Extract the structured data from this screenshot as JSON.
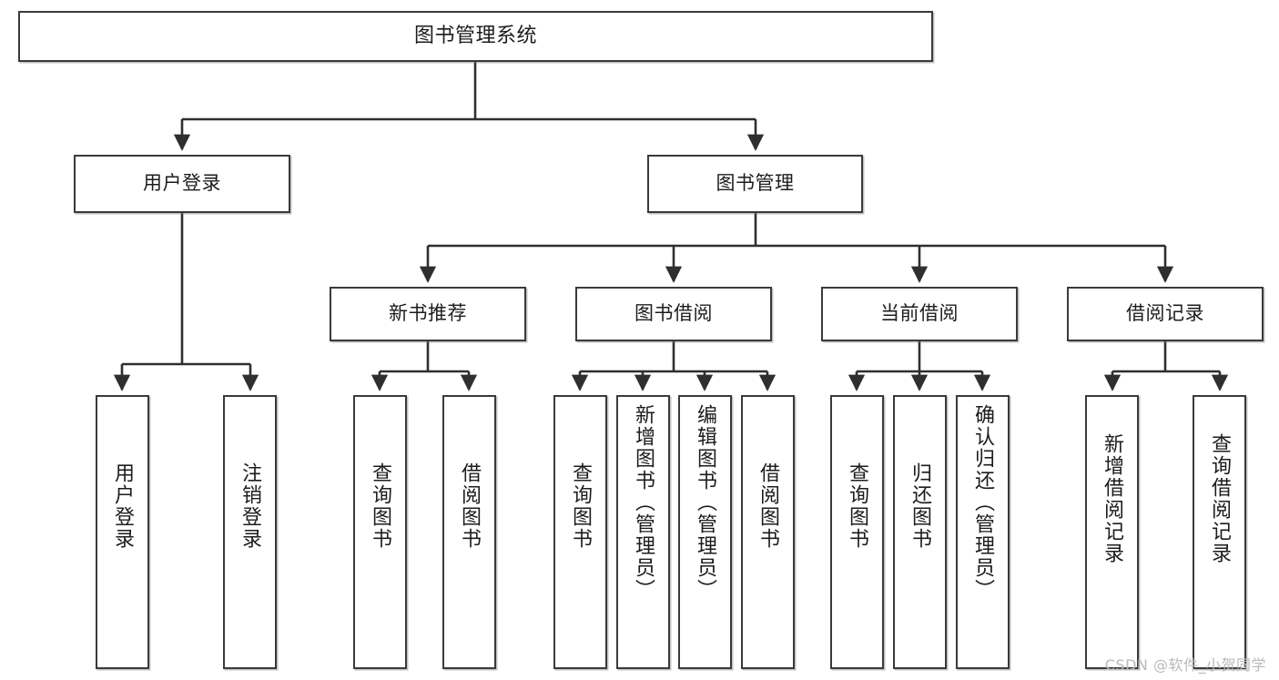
{
  "diagram": {
    "title": "图书管理系统",
    "type": "tree",
    "orientation": "top-down"
  },
  "watermark": "CSDN @软件_小贺同学",
  "colors": {
    "box_border": "#3a3a3a",
    "box_fill": "#ffffff",
    "edge": "#2f2f2f",
    "text": "#1c1c1c",
    "watermark": "#b9b9b9"
  },
  "nodes": {
    "root": {
      "label": "图书管理系统"
    },
    "level2": [
      {
        "label": "用户登录"
      },
      {
        "label": "图书管理"
      }
    ],
    "level3": [
      {
        "label": "新书推荐"
      },
      {
        "label": "图书借阅"
      },
      {
        "label": "当前借阅"
      },
      {
        "label": "借阅记录"
      }
    ],
    "leaves_user_login": [
      {
        "label": "用户登录"
      },
      {
        "label": "注销登录"
      }
    ],
    "leaves_new_book": [
      {
        "label": "查询图书"
      },
      {
        "label": "借阅图书"
      }
    ],
    "leaves_borrow": [
      {
        "label": "查询图书"
      },
      {
        "label": "新增图书（管理员）"
      },
      {
        "label": "编辑图书（管理员）"
      },
      {
        "label": "借阅图书"
      }
    ],
    "leaves_current": [
      {
        "label": "查询图书"
      },
      {
        "label": "归还图书"
      },
      {
        "label": "确认归还（管理员）"
      }
    ],
    "leaves_records": [
      {
        "label": "新增借阅记录"
      },
      {
        "label": "查询借阅记录"
      }
    ]
  }
}
